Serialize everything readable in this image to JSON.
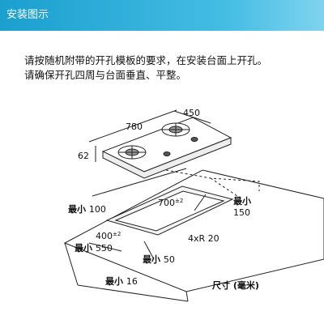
{
  "header": {
    "title": "安装图示",
    "color": "#2aa9d8"
  },
  "instructions": {
    "line1": "请按随机附带的开孔模板的要求，在安装台面上开孔。",
    "line2": "请确保开孔四周与台面垂直、平整。"
  },
  "diagram": {
    "dim_width": "780",
    "dim_depth": "450",
    "dim_height": "62",
    "cutout_width": "700",
    "cutout_width_tol": "±2",
    "cutout_depth": "400",
    "cutout_depth_tol": "±2",
    "min_left_prefix": "最小",
    "min_left": "100",
    "min_back_prefix": "最小",
    "min_back": "150",
    "min_front_prefix": "最小",
    "min_front": "550",
    "min_side_prefix": "最小",
    "min_side": "50",
    "min_thickness_prefix": "最小",
    "min_thickness": "16",
    "corner_radius": "4xR 20",
    "unit_label": "尺寸 (毫米)"
  }
}
